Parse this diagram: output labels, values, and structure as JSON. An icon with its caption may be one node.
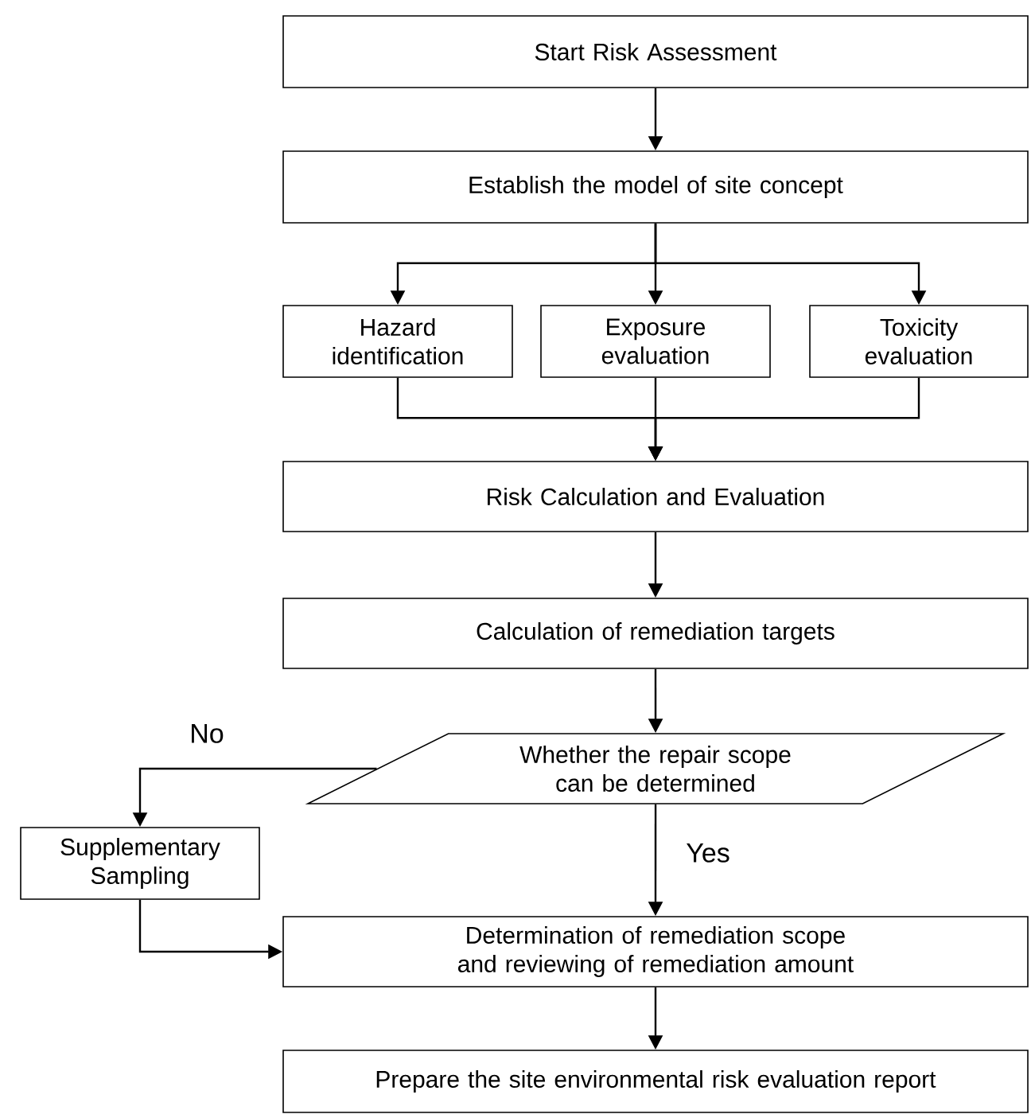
{
  "diagram": {
    "nodes": [
      {
        "text": [
          "Start Risk Assessment"
        ]
      },
      {
        "text": [
          "Establish the model of site concept"
        ]
      },
      {
        "text": [
          "Hazard identification"
        ]
      },
      {
        "text": [
          "Exposure evaluation"
        ]
      },
      {
        "text": [
          "Toxicity evaluation"
        ]
      },
      {
        "text": [
          "Risk Calculation and Evaluation"
        ]
      },
      {
        "text": [
          "Calculation of remediation targets"
        ]
      },
      {
        "text": [
          "Whether the repair scope can be determined"
        ]
      },
      {
        "text": [
          "Supplementary Sampling"
        ]
      },
      {
        "text": [
          "Determination of remediation scope and reviewing of remediation amount"
        ]
      },
      {
        "text": [
          "Prepare the site environmental risk evaluation report"
        ]
      }
    ],
    "edges": [
      {
        "from": 0,
        "to": 1,
        "arrow": "to"
      },
      {
        "from": 1,
        "to": 2,
        "arrow": "to"
      },
      {
        "from": 1,
        "to": 3,
        "arrow": "to"
      },
      {
        "from": 1,
        "to": 4,
        "arrow": "to"
      },
      {
        "from": 2,
        "to": 5,
        "arrow": "to"
      },
      {
        "from": 3,
        "to": 5,
        "arrow": "to"
      },
      {
        "from": 4,
        "to": 5,
        "arrow": "to"
      },
      {
        "from": 5,
        "to": 6,
        "arrow": "to"
      },
      {
        "from": 6,
        "to": 7,
        "arrow": "to"
      },
      {
        "from": 7,
        "to": 8,
        "arrow": "to",
        "label": "No"
      },
      {
        "from": 7,
        "to": 9,
        "arrow": "to",
        "label": "Yes"
      },
      {
        "from": 8,
        "to": 9,
        "arrow": "to"
      },
      {
        "from": 9,
        "to": 10,
        "arrow": "to"
      }
    ]
  }
}
